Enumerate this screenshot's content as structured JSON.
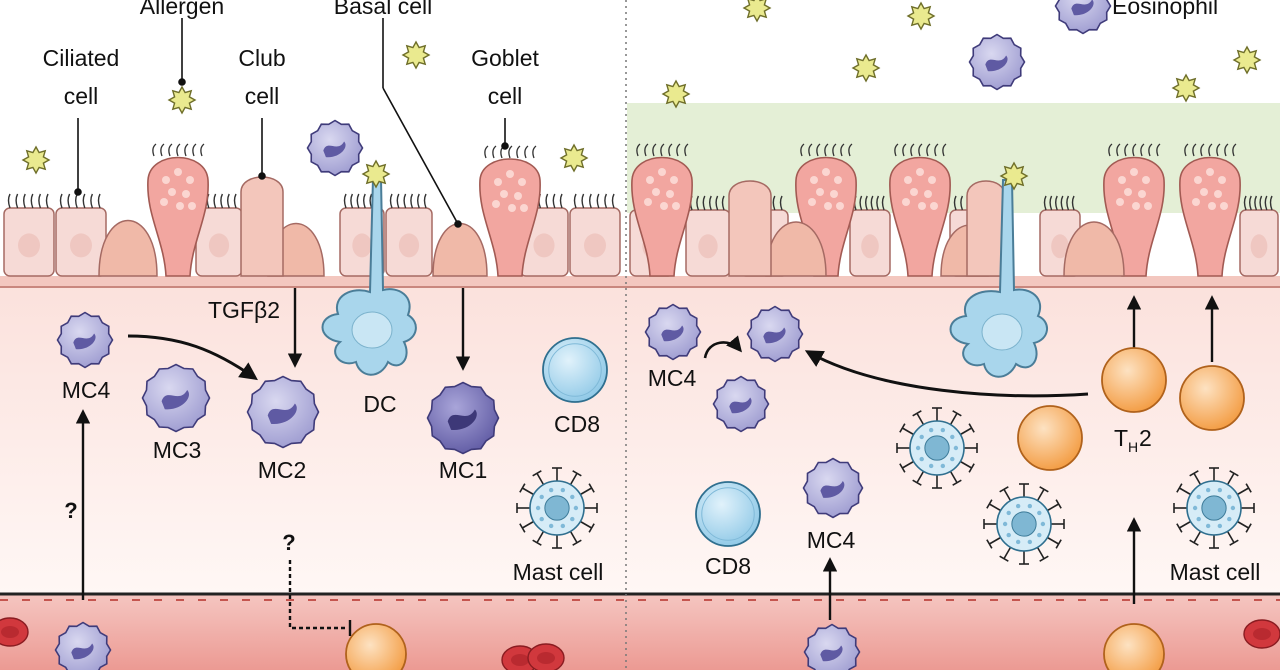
{
  "labels": {
    "allergen": "Allergen",
    "basal_cell": "Basal cell",
    "eosinophil": "Eosinophil",
    "ciliated_cell": [
      "Ciliated",
      "cell"
    ],
    "club_cell": [
      "Club",
      "cell"
    ],
    "goblet_cell": [
      "Goblet",
      "cell"
    ],
    "tgfb2": "TGFβ2",
    "dc": "DC",
    "mc1": "MC1",
    "mc2": "MC2",
    "mc3": "MC3",
    "mc4": "MC4",
    "cd8": "CD8",
    "mast_cell": "Mast cell",
    "th2_main": "T",
    "th2_sub": "H",
    "th2_tail": "2",
    "question": "?"
  },
  "colors": {
    "airway_lumen_right": "#e4efd6",
    "mucus": "#dcebcd",
    "epithelium": "#f6dad6",
    "goblet": "#f2a6a0",
    "submucosa": "#fdf2f0",
    "blood_vessel": "#ef9e97",
    "monocyte": "#9d9bd0",
    "mc1": "#6f6ab0",
    "dc": "#a9d6ec",
    "cd8": "#a8d5ee",
    "th2": "#f8a552",
    "allergen": "#eaea8f",
    "rbc": "#d1383d"
  }
}
